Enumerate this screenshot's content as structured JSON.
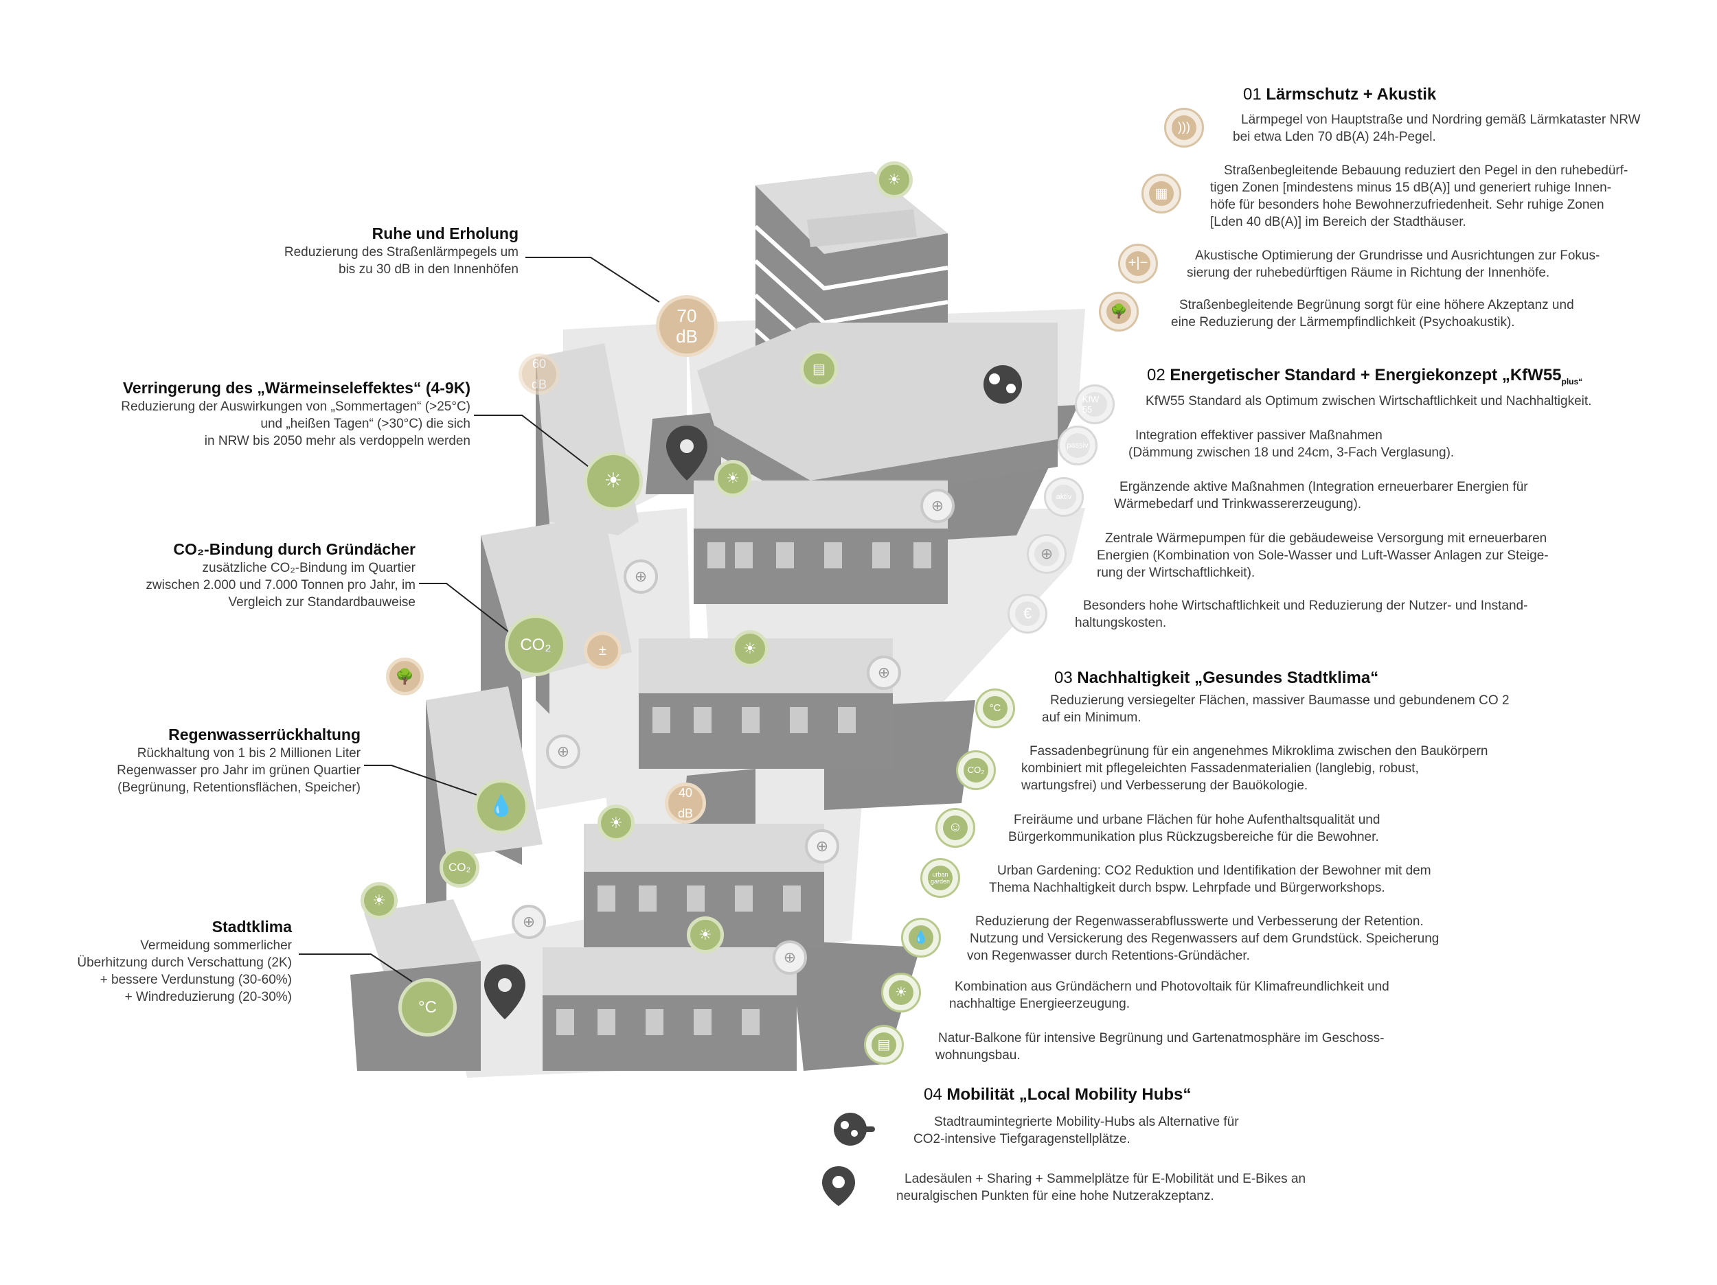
{
  "left_annotations": [
    {
      "heading": "Ruhe und Erholung",
      "lines": [
        "Reduzierung des Straßenlärmpegels um",
        "bis zu 30 dB in den Innenhöfen"
      ]
    },
    {
      "heading": "Verringerung des „Wärmeinseleffektes“ (4-9K)",
      "lines": [
        "Reduzierung der Auswirkungen von „Sommertagen“ (>25°C)",
        "und „heißen Tagen“ (>30°C) die sich",
        "in NRW bis 2050 mehr als verdoppeln werden"
      ]
    },
    {
      "heading": "CO₂-Bindung durch Gründächer",
      "lines": [
        "zusätzliche CO₂-Bindung im Quartier",
        "zwischen 2.000 und 7.000 Tonnen pro Jahr, im",
        "Vergleich zur Standardbauweise"
      ]
    },
    {
      "heading": "Regenwasserrückhaltung",
      "lines": [
        "Rückhaltung von 1 bis 2 Millionen Liter",
        "Regenwasser pro Jahr im grünen Quartier",
        "(Begrünung, Retentionsflächen, Speicher)"
      ]
    },
    {
      "heading": "Stadtklima",
      "lines": [
        "Vermeidung sommerlicher",
        "Überhitzung durch Verschattung (2K)",
        "+ bessere Verdunstung (30-60%)",
        "+ Windreduzierung (20-30%)"
      ]
    }
  ],
  "map_badges": {
    "db70": "70\ndB",
    "db60": "60\ndB",
    "db40": "40\ndB",
    "co2_a": "CO₂",
    "co2_b": "CO₂",
    "temp": "°C"
  },
  "sections": [
    {
      "number": "01",
      "title": "Lärmschutz + Akustik",
      "title_suffix": "",
      "items": [
        {
          "icon": "sound-waves-icon",
          "color": "tan",
          "lines": [
            "Lärmpegel von Hauptstraße und Nordring gemäß Lärmkataster NRW",
            "bei etwa Lden 70 dB(A) 24h-Pegel."
          ]
        },
        {
          "icon": "windows-icon",
          "color": "tan",
          "lines": [
            "Straßenbegleitende Bebauung reduziert den Pegel in den ruhebedürf-",
            "tigen Zonen [mindestens minus 15 dB(A)] und generiert ruhige Innen-",
            "höfe für besonders hohe Bewohnerzufriedenheit. Sehr ruhige Zonen",
            "[Lden 40 dB(A)] im Bereich der Stadthäuser."
          ]
        },
        {
          "icon": "plus-minus-icon",
          "color": "tan",
          "lines": [
            "Akustische Optimierung der Grundrisse und Ausrichtungen zur Fokus-",
            "sierung der ruhebedürftigen Räume in Richtung der Innenhöfe."
          ]
        },
        {
          "icon": "tree-icon",
          "color": "tan",
          "lines": [
            "Straßenbegleitende Begrünung sorgt für eine höhere Akzeptanz und",
            "eine Reduzierung der Lärmempfindlichkeit (Psychoakustik)."
          ]
        }
      ]
    },
    {
      "number": "02",
      "title": "Energetischer Standard + Energiekonzept „KfW55",
      "title_suffix": "plus“",
      "items": [
        {
          "icon": "kfw55-icon",
          "color": "grey",
          "icon_text": "KfW 55",
          "lines": [
            "KfW55 Standard als Optimum zwischen Wirtschaftlichkeit und Nachhaltigkeit."
          ]
        },
        {
          "icon": "passive-icon",
          "color": "grey",
          "icon_text": "passiv",
          "lines": [
            "Integration effektiver passiver Maßnahmen",
            "(Dämmung zwischen 18 und 24cm, 3-Fach Verglasung)."
          ]
        },
        {
          "icon": "active-icon",
          "color": "grey",
          "icon_text": "aktiv",
          "lines": [
            "Ergänzende aktive Maßnahmen (Integration erneuerbarer Energien für",
            "Wärmebedarf und Trinkwassererzeugung)."
          ]
        },
        {
          "icon": "heat-pump-icon",
          "color": "grey",
          "lines": [
            "Zentrale Wärmepumpen für die gebäudeweise Versorgung mit erneuerbaren",
            "Energien (Kombination von Sole-Wasser und Luft-Wasser Anlagen zur Steige-",
            "rung der Wirtschaftlichkeit)."
          ]
        },
        {
          "icon": "euro-icon",
          "color": "grey",
          "icon_text": "€",
          "lines": [
            "Besonders hohe Wirtschaftlichkeit und Reduzierung der Nutzer- und Instand-",
            "haltungskosten."
          ]
        }
      ]
    },
    {
      "number": "03",
      "title": "Nachhaltigkeit „Gesundes Stadtklima“",
      "title_suffix": "",
      "items": [
        {
          "icon": "thermometer-icon",
          "color": "green",
          "icon_text": "°C",
          "lines": [
            "Reduzierung versiegelter Flächen, massiver Baumasse und gebundenem CO 2",
            "auf ein Minimum."
          ]
        },
        {
          "icon": "co2-icon",
          "color": "green",
          "icon_text": "CO₂",
          "lines": [
            "Fassadenbegrünung für ein angenehmes Mikroklima zwischen den Baukörpern",
            "kombiniert mit pflegeleichten Fassadenmaterialien (langlebig, robust,",
            "wartungsfrei) und Verbesserung der Bauökologie."
          ]
        },
        {
          "icon": "people-icon",
          "color": "green",
          "lines": [
            "Freiräume und urbane Flächen für hohe Aufenthaltsqualität und",
            "Bürgerkommunikation plus Rückzugsbereiche für die Bewohner."
          ]
        },
        {
          "icon": "urban-gardening-icon",
          "color": "green",
          "icon_text": "urban garden",
          "lines": [
            "Urban Gardening: CO2 Reduktion und Identifikation der Bewohner mit dem",
            "Thema Nachhaltigkeit durch bspw. Lehrpfade und Bürgerworkshops."
          ]
        },
        {
          "icon": "raindrops-icon",
          "color": "green",
          "lines": [
            "Reduzierung der Regenwasserabflusswerte und Verbesserung der Retention.",
            "Nutzung und Versickerung des Regenwassers auf dem Grundstück. Speicherung",
            "von Regenwasser durch Retentions-Gründächer."
          ]
        },
        {
          "icon": "sun-green-roof-icon",
          "color": "green",
          "lines": [
            "Kombination aus Gründächern und Photovoltaik für Klimafreundlichkeit und",
            "nachhaltige Energieerzeugung."
          ]
        },
        {
          "icon": "balcony-icon",
          "color": "green",
          "lines": [
            "Natur-Balkone für intensive Begrünung und Gartenatmosphäre im Geschoss-",
            "wohnungsbau."
          ]
        }
      ]
    },
    {
      "number": "04",
      "title": "Mobilität „Local Mobility Hubs“",
      "title_suffix": "",
      "items": [
        {
          "icon": "mobility-hub-icon",
          "color": "dark",
          "lines": [
            "Stadtraumintegrierte Mobility-Hubs als Alternative für",
            "CO2-intensive Tiefgaragenstellplätze."
          ]
        },
        {
          "icon": "map-pin-icon",
          "color": "dark",
          "lines": [
            "Ladesäulen + Sharing + Sammelplätze für E-Mobilität und E-Bikes an",
            "neuralgischen Punkten für eine hohe Nutzerakzeptanz."
          ]
        }
      ]
    }
  ],
  "colors": {
    "tan": "#d9bf9d",
    "green": "#a9bd79",
    "grey": "#d9d9d9",
    "dark": "#444444",
    "ground": "#e6e6e6",
    "block": "#8d8d8d",
    "roof": "#dcdcdc"
  }
}
